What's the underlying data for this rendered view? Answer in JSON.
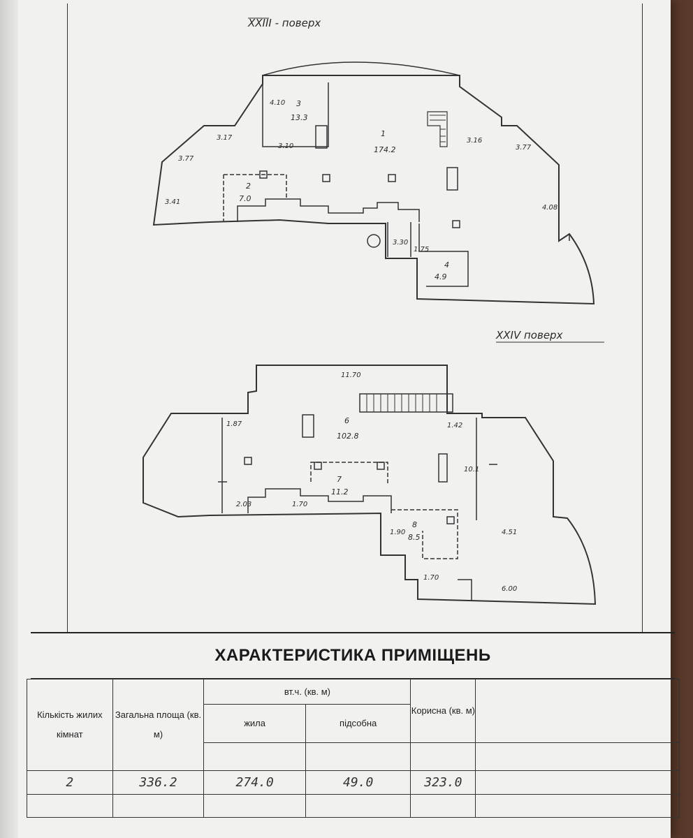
{
  "plan": {
    "floor_upper_label": "XXIII - поверх",
    "floor_lower_label": "XXIV поверх",
    "rooms": [
      {
        "num": "1",
        "area": "174.2"
      },
      {
        "num": "2",
        "area": "7.0"
      },
      {
        "num": "3",
        "area": "13.3"
      },
      {
        "num": "4",
        "area": "4.9"
      },
      {
        "num": "6",
        "area": "102.8"
      },
      {
        "num": "7",
        "area": "11.2"
      },
      {
        "num": "8",
        "area": "8.5"
      }
    ],
    "dims_upper": [
      "3.17",
      "3.10",
      "3.16",
      "3.77",
      "3.77",
      "3.41",
      "4.10",
      "4.08",
      "3.30",
      "1.75"
    ],
    "dims_lower": [
      "11.70",
      "1.42",
      "1.87",
      "10.1",
      "2.03",
      "1.70",
      "4.51",
      "6.00",
      "1.70",
      "1.90"
    ]
  },
  "characteristics": {
    "title": "ХАРАКТЕРИСТИКА ПРИМІЩЕНЬ",
    "headers": {
      "rooms_count": "Кількість жилих кімнат",
      "total_area": "Загальна площа (кв. м)",
      "incl": "вт.ч. (кв. м)",
      "living": "жила",
      "auxiliary": "підсобна",
      "useful": "Корисна (кв. м)"
    },
    "values": {
      "rooms_count": "2",
      "total_area": "336.2",
      "living": "274.0",
      "auxiliary": "49.0",
      "useful": "323.0"
    }
  }
}
